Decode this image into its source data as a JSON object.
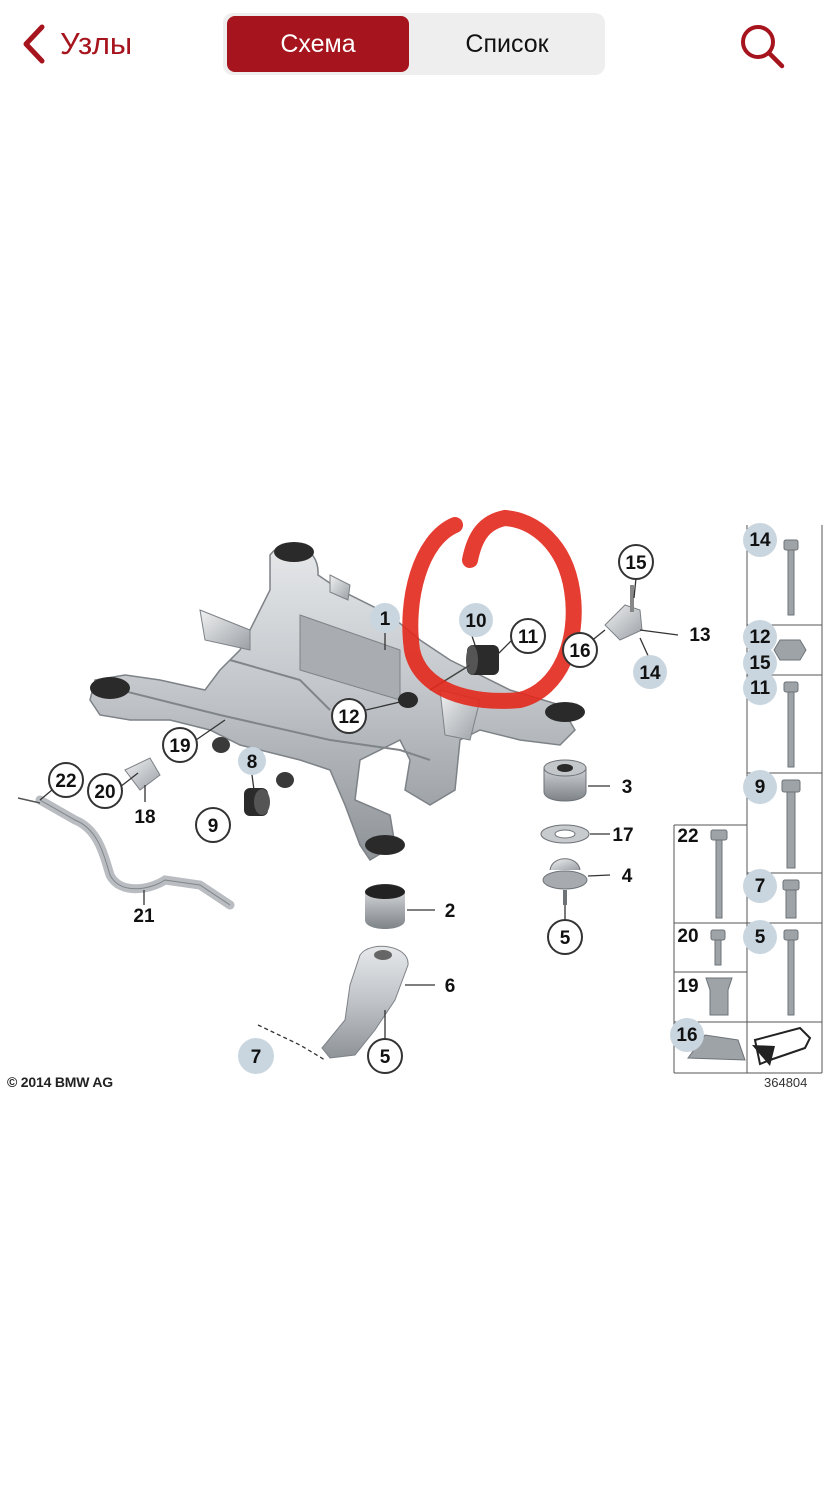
{
  "nav": {
    "back_label": "Узлы",
    "segments": [
      "Схема",
      "Список"
    ],
    "active_segment": "Схема",
    "search_icon": "search-icon",
    "back_icon": "chevron-left-icon",
    "accent_color": "#a6141d"
  },
  "diagram": {
    "callouts": {
      "c1": "1",
      "c2": "2",
      "c3": "3",
      "c4": "4",
      "c5a": "5",
      "c5b": "5",
      "c6": "6",
      "c7": "7",
      "c8": "8",
      "c9": "9",
      "c10": "10",
      "c11": "11",
      "c12": "12",
      "c13": "13",
      "c14": "14",
      "c15": "15",
      "c16": "16",
      "c17": "17",
      "c18": "18",
      "c19": "19",
      "c20": "20",
      "c21": "21",
      "c22": "22"
    },
    "parts_legend": [
      "14",
      "12",
      "15",
      "11",
      "9",
      "7",
      "5",
      "22",
      "20",
      "19",
      "16"
    ],
    "copyright": "© 2014 BMW AG",
    "image_id": "364804",
    "highlight_color": "#e3281c"
  }
}
